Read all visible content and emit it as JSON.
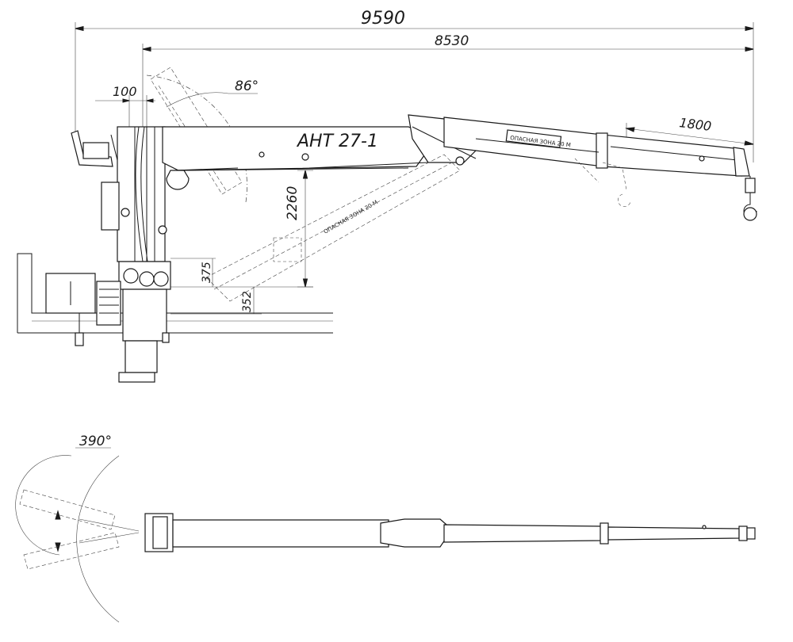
{
  "model_label": "АНТ 27-1",
  "dimensions": {
    "overall_length": "9590",
    "boom_length": "8530",
    "offset": "100",
    "tilt_angle": "86°",
    "extension": "1800",
    "height": "2260",
    "base_height_a": "375",
    "base_height_b": "352",
    "slew_angle": "390°"
  },
  "danger_zone_upper": "ОПАСНАЯ ЗОНА 20 М",
  "danger_zone_lower": "ОПАСНАЯ ЗОНА 20 М"
}
